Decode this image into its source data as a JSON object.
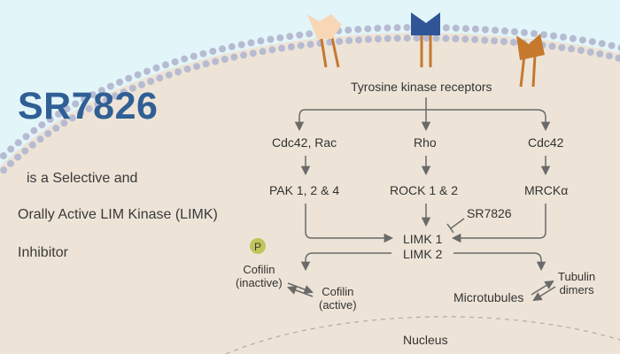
{
  "colors": {
    "sky": "#e2f5f9",
    "cell": "#ede4d7",
    "membrane_bead": "#b7bbd2",
    "title": "#2f5f95",
    "arrow": "#6a6a6a",
    "receptor_light": "#f8d7b6",
    "receptor_blue": "#2f5597",
    "receptor_orange": "#c5792c",
    "phospho": "#c2c55c"
  },
  "heading": {
    "title": "SR7826",
    "line1": "is a Selective and",
    "line2": "Orally Active LIM Kinase (LIMK)",
    "line3": "Inhibitor"
  },
  "pathway": {
    "receptors": "Tyrosine kinase receptors",
    "cdc42_rac": "Cdc42, Rac",
    "rho": "Rho",
    "cdc42": "Cdc42",
    "pak": "PAK 1, 2 & 4",
    "rock": "ROCK 1 & 2",
    "mrck": "MRCKα",
    "inhibitor": "SR7826",
    "limk1": "LIMK 1",
    "limk2": "LIMK 2",
    "phospho": "P",
    "cofilin_inactive_1": "Cofilin",
    "cofilin_inactive_2": "(inactive)",
    "cofilin_active_1": "Cofilin",
    "cofilin_active_2": "(active)",
    "tubulin_1": "Tubulin",
    "tubulin_2": "dimers",
    "microtubules": "Microtubules",
    "nucleus": "Nucleus"
  },
  "icons": [
    "receptor-icon",
    "phosphate-icon",
    "inhibition-icon"
  ]
}
